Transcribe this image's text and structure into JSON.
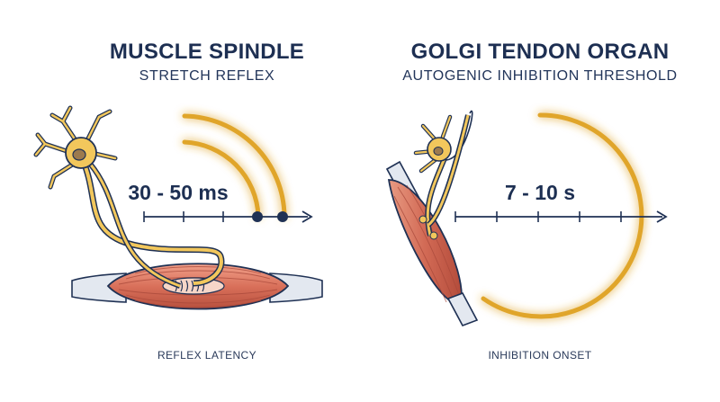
{
  "left": {
    "title": "MUSCLE SPINDLE",
    "subtitle": "STRETCH REFLEX",
    "value": "30 - 50 ms",
    "caption": "REFLEX LATENCY"
  },
  "right": {
    "title": "GOLGI TENDON ORGAN",
    "subtitle": "AUTOGENIC INHIBITION THRESHOLD",
    "value": "7 - 10 s",
    "caption": "INHIBITION ONSET"
  },
  "colors": {
    "navy": "#1f3154",
    "arc_gold": "#e0a52a",
    "glow": "#ffd978",
    "neuron": "#f2c75c",
    "muscle": "#d9705a",
    "tendon": "#e3e8f0"
  }
}
